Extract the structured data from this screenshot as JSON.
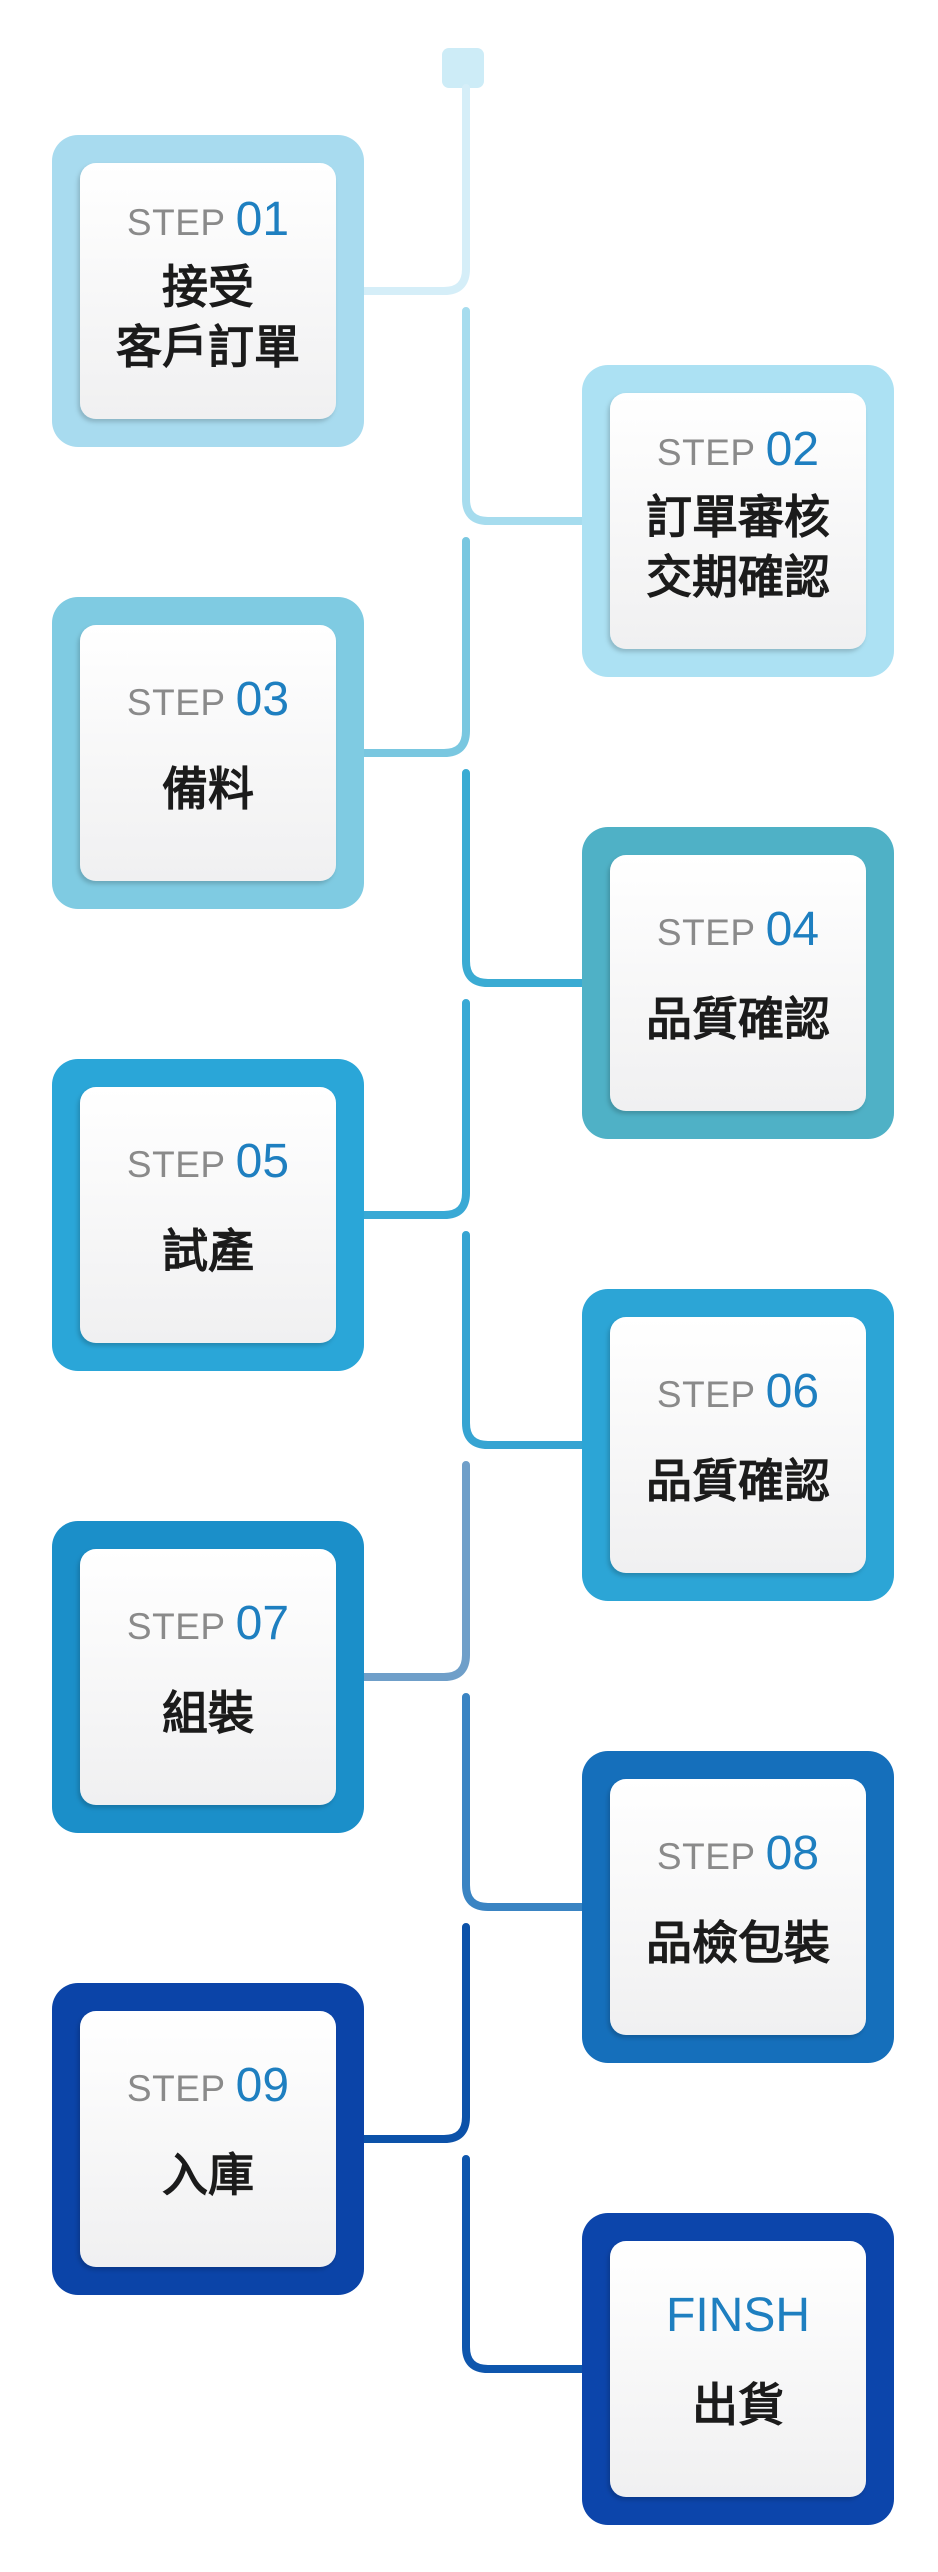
{
  "steps": [
    {
      "prefix": "STEP",
      "num": "01",
      "lines": [
        "接受",
        "客戶訂單"
      ],
      "outer": "#a8dbef",
      "connector": "#d5eef8"
    },
    {
      "prefix": "STEP",
      "num": "02",
      "lines": [
        "訂單審核",
        "交期確認"
      ],
      "outer": "#ace1f3",
      "connector": "#a6dcee"
    },
    {
      "prefix": "STEP",
      "num": "03",
      "lines": [
        "備料"
      ],
      "outer": "#7fcbe2",
      "connector": "#79c7e0"
    },
    {
      "prefix": "STEP",
      "num": "04",
      "lines": [
        "品質確認"
      ],
      "outer": "#4fb1c6",
      "connector": "#3aabd3"
    },
    {
      "prefix": "STEP",
      "num": "05",
      "lines": [
        "試產"
      ],
      "outer": "#2aa6d8",
      "connector": "#39a9d5"
    },
    {
      "prefix": "STEP",
      "num": "06",
      "lines": [
        "品質確認"
      ],
      "outer": "#2ca5d6",
      "connector": "#36a4d2"
    },
    {
      "prefix": "STEP",
      "num": "07",
      "lines": [
        "組裝"
      ],
      "outer": "#1b8fc9",
      "connector": "#6f9fc9"
    },
    {
      "prefix": "STEP",
      "num": "08",
      "lines": [
        "品檢包裝"
      ],
      "outer": "#156fbb",
      "connector": "#3a84c3"
    },
    {
      "prefix": "STEP",
      "num": "09",
      "lines": [
        "入庫"
      ],
      "outer": "#0b44a8",
      "connector": "#0c52a9"
    },
    {
      "prefix": "",
      "num": "FINSH",
      "lines": [
        "出貨"
      ],
      "outer": "#0c45ab",
      "connector": "#0e56ad"
    }
  ],
  "colors": {
    "start_node": "#cdecf7",
    "inner_card": "#f7f7f8",
    "step_prefix": "#8a8a8a",
    "step_number": "#1e7fc0",
    "title_text": "#1b1b1b"
  }
}
